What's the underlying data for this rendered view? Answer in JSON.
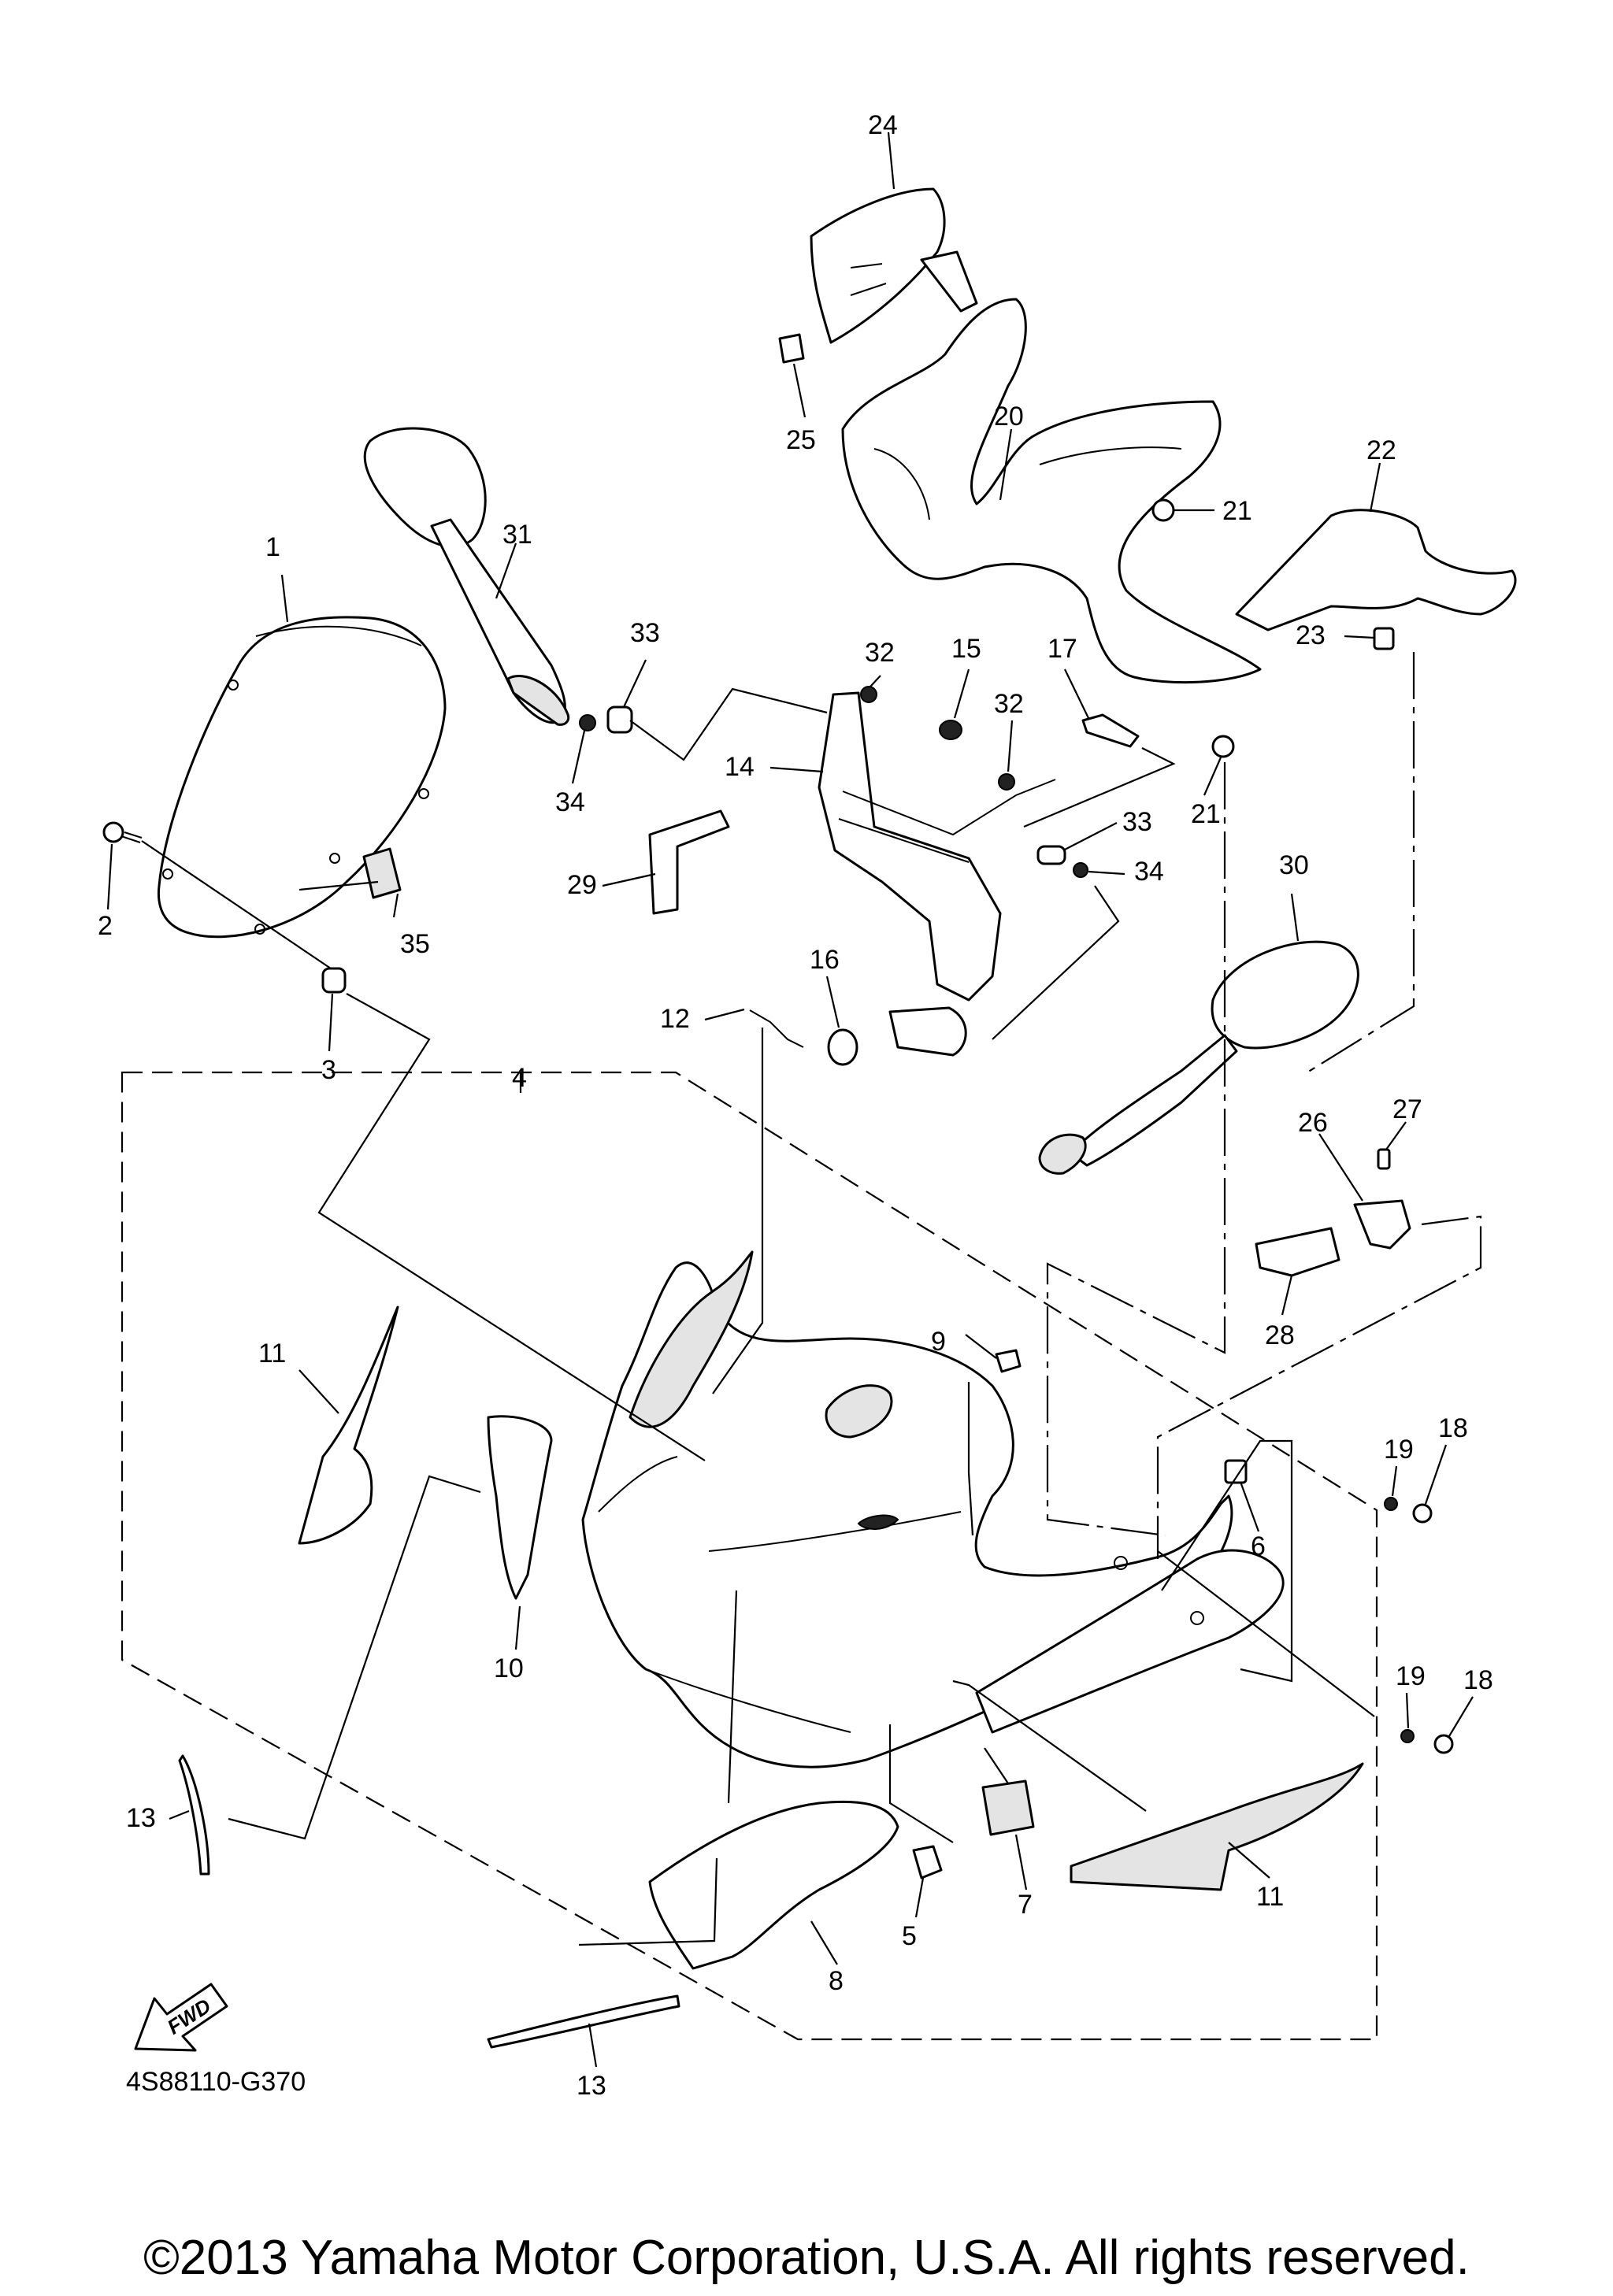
{
  "diagram": {
    "callouts": [
      {
        "id": "c1",
        "label": "1"
      },
      {
        "id": "c2",
        "label": "2"
      },
      {
        "id": "c3",
        "label": "3"
      },
      {
        "id": "c4",
        "label": "4"
      },
      {
        "id": "c5",
        "label": "5"
      },
      {
        "id": "c6",
        "label": "6"
      },
      {
        "id": "c7",
        "label": "7"
      },
      {
        "id": "c8",
        "label": "8"
      },
      {
        "id": "c9",
        "label": "9"
      },
      {
        "id": "c10",
        "label": "10"
      },
      {
        "id": "c11a",
        "label": "11"
      },
      {
        "id": "c11b",
        "label": "11"
      },
      {
        "id": "c12",
        "label": "12"
      },
      {
        "id": "c13a",
        "label": "13"
      },
      {
        "id": "c13b",
        "label": "13"
      },
      {
        "id": "c14",
        "label": "14"
      },
      {
        "id": "c15",
        "label": "15"
      },
      {
        "id": "c16",
        "label": "16"
      },
      {
        "id": "c17",
        "label": "17"
      },
      {
        "id": "c18a",
        "label": "18"
      },
      {
        "id": "c18b",
        "label": "18"
      },
      {
        "id": "c19a",
        "label": "19"
      },
      {
        "id": "c19b",
        "label": "19"
      },
      {
        "id": "c20",
        "label": "20"
      },
      {
        "id": "c21a",
        "label": "21"
      },
      {
        "id": "c21b",
        "label": "21"
      },
      {
        "id": "c22",
        "label": "22"
      },
      {
        "id": "c23",
        "label": "23"
      },
      {
        "id": "c24",
        "label": "24"
      },
      {
        "id": "c25",
        "label": "25"
      },
      {
        "id": "c26",
        "label": "26"
      },
      {
        "id": "c27",
        "label": "27"
      },
      {
        "id": "c28",
        "label": "28"
      },
      {
        "id": "c29",
        "label": "29"
      },
      {
        "id": "c30",
        "label": "30"
      },
      {
        "id": "c31",
        "label": "31"
      },
      {
        "id": "c32a",
        "label": "32"
      },
      {
        "id": "c32b",
        "label": "32"
      },
      {
        "id": "c33a",
        "label": "33"
      },
      {
        "id": "c33b",
        "label": "33"
      },
      {
        "id": "c34a",
        "label": "34"
      },
      {
        "id": "c34b",
        "label": "34"
      },
      {
        "id": "c35",
        "label": "35"
      }
    ],
    "fwd_label": "FWD",
    "diagram_code": "4S88110-G370",
    "copyright": "©2013 Yamaha Motor Corporation, U.S.A. All rights reserved."
  }
}
